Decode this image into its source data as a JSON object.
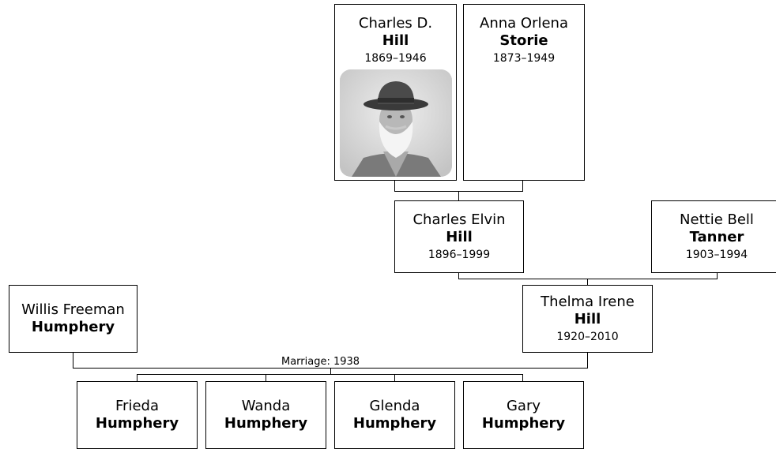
{
  "people": {
    "charles_d": {
      "given": "Charles D.",
      "surname": "Hill",
      "years": "1869–1946"
    },
    "anna": {
      "given": "Anna Orlena",
      "surname": "Storie",
      "years": "1873–1949"
    },
    "charles_elvin": {
      "given": "Charles Elvin",
      "surname": "Hill",
      "years": "1896–1999"
    },
    "nettie": {
      "given": "Nettie Bell",
      "surname": "Tanner",
      "years": "1903–1994"
    },
    "thelma": {
      "given": "Thelma Irene",
      "surname": "Hill",
      "years": "1920–2010"
    },
    "willis": {
      "given": "Willis Freeman",
      "surname": "Humphery"
    },
    "frieda": {
      "given": "Frieda",
      "surname": "Humphery"
    },
    "wanda": {
      "given": "Wanda",
      "surname": "Humphery"
    },
    "glenda": {
      "given": "Glenda",
      "surname": "Humphery"
    },
    "gary": {
      "given": "Gary",
      "surname": "Humphery"
    }
  },
  "marriage_label": "Marriage: 1938",
  "colors": {
    "line": "#000000",
    "box_border": "#000000",
    "background": "#ffffff"
  }
}
